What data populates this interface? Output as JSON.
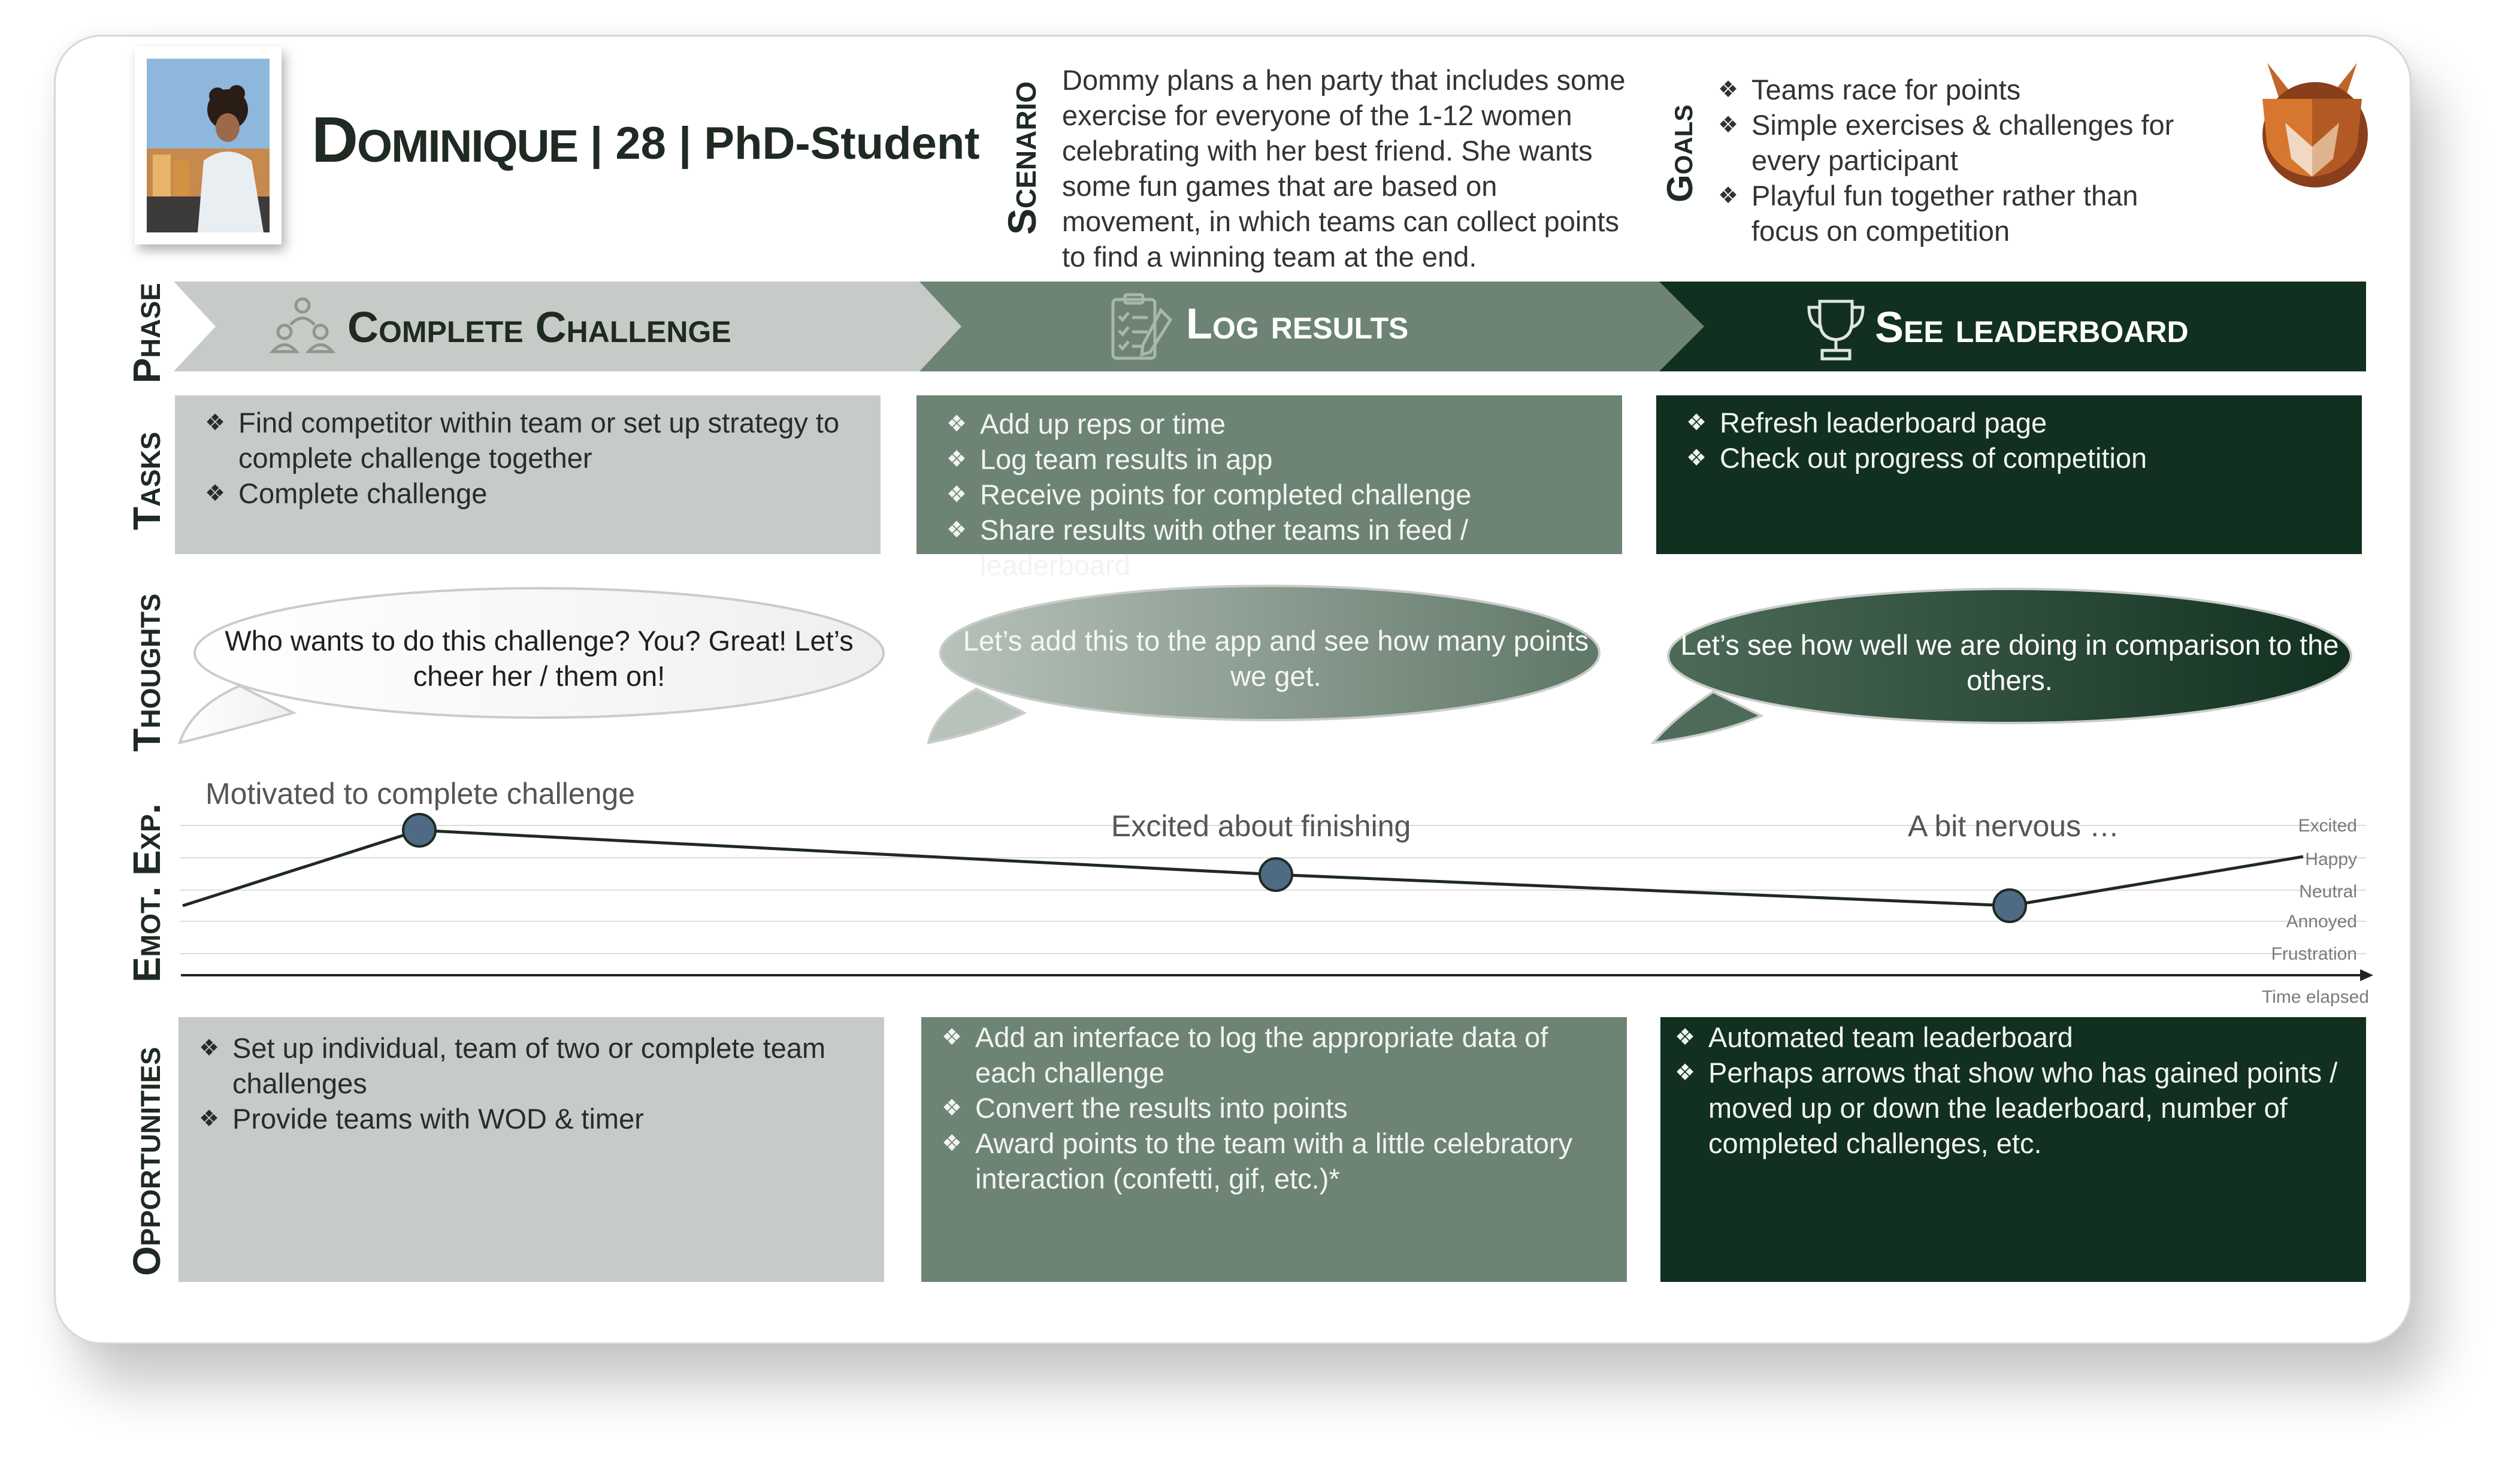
{
  "persona": {
    "name": "Dominique",
    "details": "| 28 | PhD-Student"
  },
  "scenario": {
    "label": "Scenario",
    "text": "Dommy plans a hen party that includes some exercise for everyone of the 1-12 women celebrating with her best friend. She wants some fun games that are based on movement, in which teams can collect points to find a winning team at the end."
  },
  "goals": {
    "label": "Goals",
    "items": [
      "Teams race for points",
      "Simple exercises & challenges for every participant",
      "Playful fun together rather than focus on competition"
    ]
  },
  "row_labels": {
    "phase": "Phase",
    "tasks": "Tasks",
    "thoughts": "Thoughts",
    "emotions": "Emot. Exp.",
    "opportunities": "Opportunities"
  },
  "phases": [
    {
      "title": "Complete Challenge",
      "icon": "people-group-icon",
      "tasks": [
        "Find competitor within team or set up strategy to complete challenge together",
        "Complete challenge"
      ],
      "thought": "Who wants to do this challenge? You? Great! Let’s cheer her / them on!",
      "emotion_label": "Motivated to complete challenge",
      "opportunities": [
        "Set up individual, team of two or complete team challenges",
        "Provide teams with WOD & timer"
      ]
    },
    {
      "title": "Log results",
      "icon": "clipboard-checklist-icon",
      "tasks": [
        "Add up reps or time",
        "Log team results in app",
        "Receive points for completed challenge",
        "Share results with other teams in feed / leaderboard"
      ],
      "thought": "Let’s add this to the app and see how many points we get.",
      "emotion_label": "Excited about finishing",
      "opportunities": [
        "Add an interface to log the appropriate data of each challenge",
        "Convert the results into points",
        "Award points to the team with a little celebratory interaction (confetti, gif, etc.)*"
      ]
    },
    {
      "title": "See leaderboard",
      "icon": "trophy-icon",
      "tasks": [
        "Refresh leaderboard page",
        "Check out progress of competition"
      ],
      "thought": "Let’s see how well we are doing in comparison to the others.",
      "emotion_label": "A bit nervous …",
      "opportunities": [
        "Automated team leaderboard",
        "Perhaps arrows that show who has gained points / moved up or down the leaderboard, number of completed challenges, etc."
      ]
    }
  ],
  "emotion_scale": [
    "Excited",
    "Happy",
    "Neutral",
    "Annoyed",
    "Frustration"
  ],
  "time_axis_label": "Time elapsed",
  "emotion_points": [
    {
      "phase": "Complete Challenge",
      "level": "Excited"
    },
    {
      "phase": "Log results",
      "level": "Happy"
    },
    {
      "phase": "See leaderboard",
      "level": "Neutral"
    }
  ],
  "colors": {
    "phase1": "#c6cbc7",
    "phase2": "#6d8474",
    "phase3": "#11301f",
    "point": "#4e6a84"
  },
  "logo_icon": "fox-logo-icon"
}
